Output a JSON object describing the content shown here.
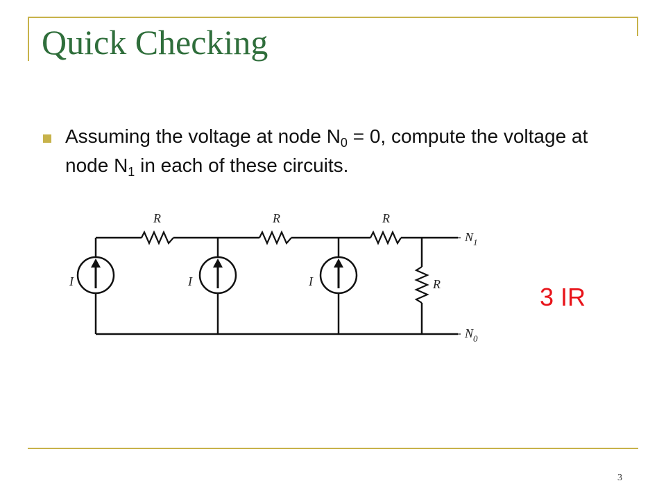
{
  "slide": {
    "title": "Quick Checking",
    "bullet": {
      "part1": "Assuming the voltage at node N",
      "sub1": "0",
      "part2": " = 0, compute the voltage at node N",
      "sub2": "1",
      "part3": " in each of these circuits."
    },
    "circuit": {
      "resistor_label": "R",
      "source_label": "I",
      "node_top": {
        "name": "N",
        "sub": "1"
      },
      "node_bottom": {
        "name": "N",
        "sub": "0"
      }
    },
    "answer": "3 IR",
    "page_number": "3"
  },
  "colors": {
    "title": "#2f6e3b",
    "accent": "#c7b24a",
    "answer": "#e8141a"
  }
}
